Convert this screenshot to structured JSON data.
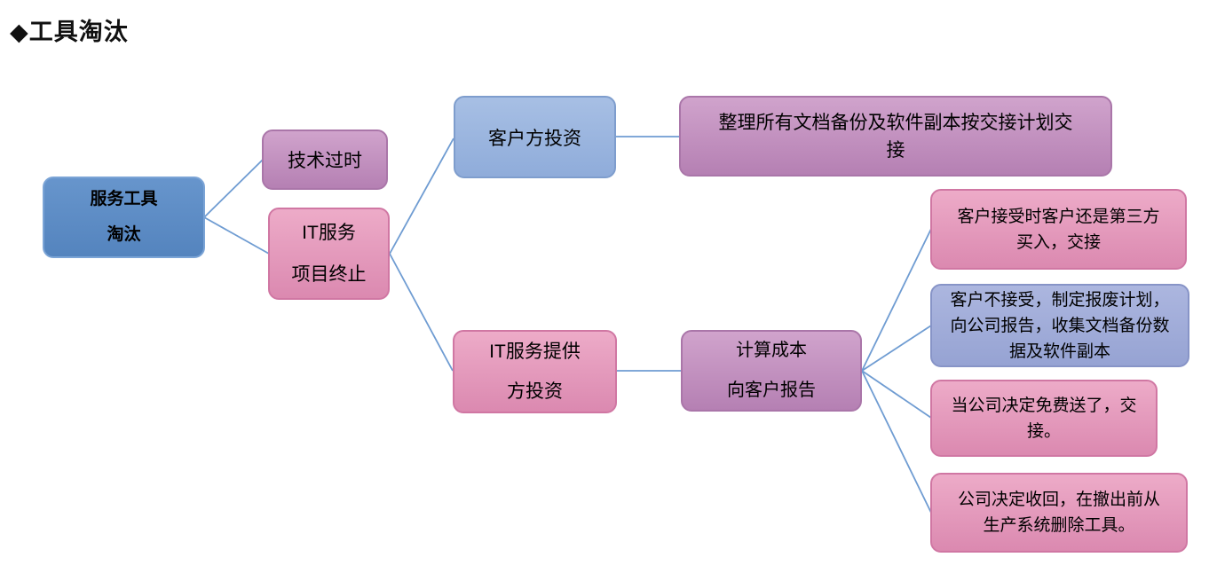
{
  "page_title": "◆工具淘汰",
  "palette": {
    "blue": {
      "top": "#6795CC",
      "bottom": "#5484BE",
      "border": "#7BA4D6"
    },
    "mauve": {
      "top": "#D0A3CC",
      "bottom": "#B580B3",
      "border": "#AA76A9"
    },
    "pink": {
      "top": "#EDABC8",
      "bottom": "#DB89B0",
      "border": "#D077A3"
    },
    "lightblue": {
      "top": "#A7BFE4",
      "bottom": "#8FACDA",
      "border": "#7E9DCD"
    },
    "periwinkle": {
      "top": "#ACB6DF",
      "bottom": "#96A3D3",
      "border": "#8794C7"
    },
    "edge": "#6F9CD2"
  },
  "nodes": {
    "root": {
      "label": "服务工具\n淘汰"
    },
    "techObsolete": {
      "label": "技术过时"
    },
    "itTermination": {
      "label": "IT服务\n项目终止"
    },
    "customerInvest": {
      "label": "客户方投资"
    },
    "providerInvest": {
      "label": "IT服务提供\n方投资"
    },
    "handoverDocs": {
      "label": "整理所有文档备份及软件副本按交接计划交\n接"
    },
    "calcCost": {
      "label": "计算成本\n向客户报告"
    },
    "customerAccept": {
      "label": "客户接受时客户还是第三方\n买入，交接"
    },
    "customerReject": {
      "label": "客户不接受，制定报废计划，\n向公司报告，收集文档备份数\n据及软件副本"
    },
    "freeGiveaway": {
      "label": "当公司决定免费送了，交\n接。"
    },
    "companyRecall": {
      "label": "公司决定收回，在撤出前从\n生产系统删除工具。"
    }
  }
}
